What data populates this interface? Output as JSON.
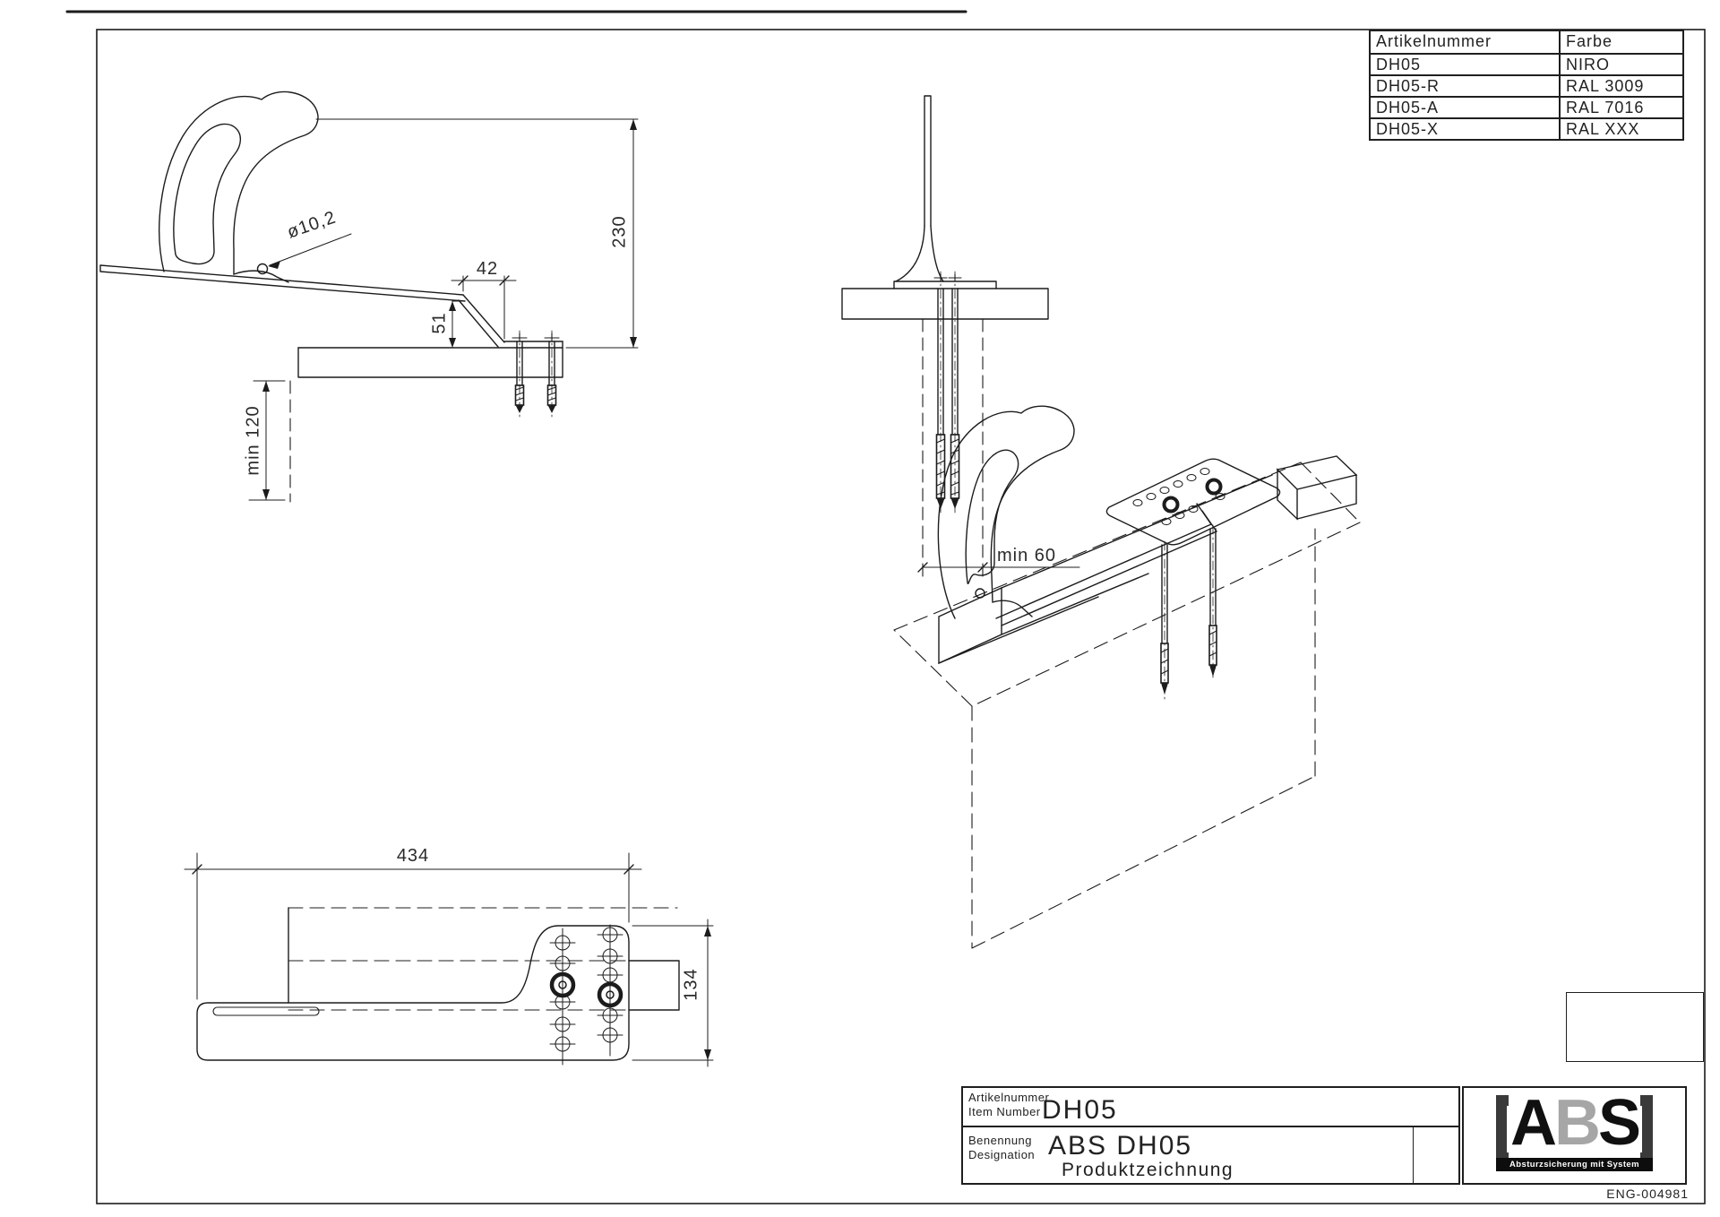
{
  "sheet": {
    "doc_number": "ENG-004981"
  },
  "parts_table": {
    "headers": [
      "Artikelnummer",
      "Farbe"
    ],
    "rows": [
      [
        "DH05",
        "NIRO"
      ],
      [
        "DH05-R",
        "RAL 3009"
      ],
      [
        "DH05-A",
        "RAL 7016"
      ],
      [
        "DH05-X",
        "RAL XXX"
      ]
    ]
  },
  "title_block": {
    "artikelnummer_label": "Artikelnummer",
    "item_number_label": "Item Number",
    "item_number_value": "DH05",
    "benennung_label": "Benennung",
    "designation_label": "Designation",
    "designation_value": "ABS DH05",
    "designation_subtitle": "Produktzeichnung"
  },
  "logo": {
    "bracket_left": "",
    "bracket_right": "",
    "letter_a": "A",
    "letter_b": "B",
    "letter_s": "S",
    "tagline": "Absturzsicherung mit System"
  },
  "dimensions": {
    "hole_diameter": "ø10,2",
    "bend_length": "42",
    "overall_height": "230",
    "drop_height": "51",
    "min_rafter_depth": "min 120",
    "min_rafter_width": "min 60",
    "overall_length": "434",
    "plate_width": "134"
  },
  "colors": {
    "line": "#1c1c1c",
    "logo_gray": "#a6a6a6",
    "logo_dark": "#3a3a3a"
  }
}
